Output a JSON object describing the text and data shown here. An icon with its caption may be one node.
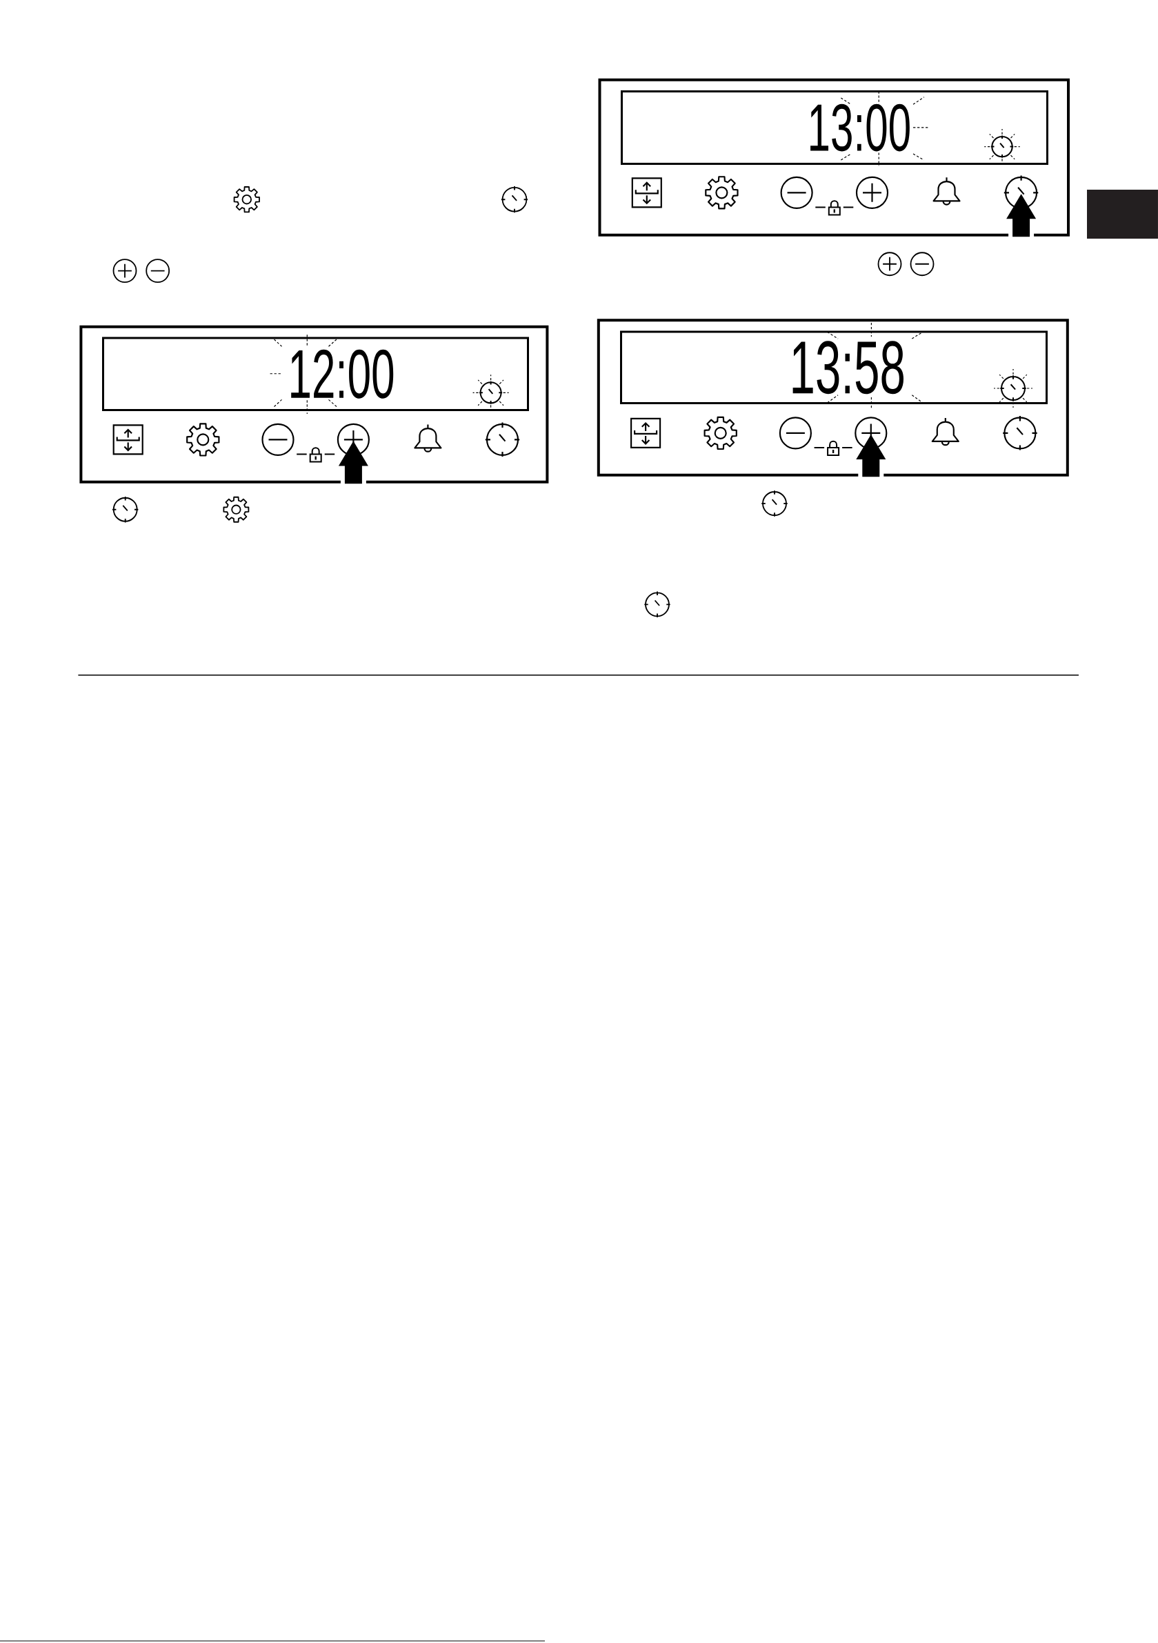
{
  "diagram": {
    "nodes": [
      {
        "text": [],
        "shape": "box"
      },
      {
        "text": [
          "12:00"
        ],
        "in": 0
      },
      {
        "text": [],
        "shape": "box"
      },
      {
        "text": [
          "13:00"
        ],
        "in": 2
      },
      {
        "text": [],
        "shape": "box"
      },
      {
        "text": [
          "13:58"
        ],
        "in": 4
      }
    ]
  }
}
